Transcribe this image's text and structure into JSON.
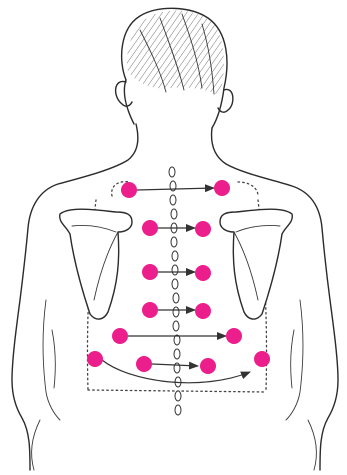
{
  "colors": {
    "ink": "#2b2b2b",
    "point": "#ec1e8c",
    "arrow": "#333333",
    "background": "#ffffff"
  },
  "icons": {
    "point": "magenta-dot",
    "arrow": "right-arrow"
  },
  "diagram": {
    "subject": "back-torso-illustration",
    "rows": [
      {
        "points": 2,
        "arrows": 1
      },
      {
        "points": 2,
        "arrows": 1
      },
      {
        "points": 2,
        "arrows": 1
      },
      {
        "points": 2,
        "arrows": 1
      },
      {
        "points": 2,
        "arrows": 1
      },
      {
        "points": 4,
        "arrows": 2
      }
    ]
  }
}
